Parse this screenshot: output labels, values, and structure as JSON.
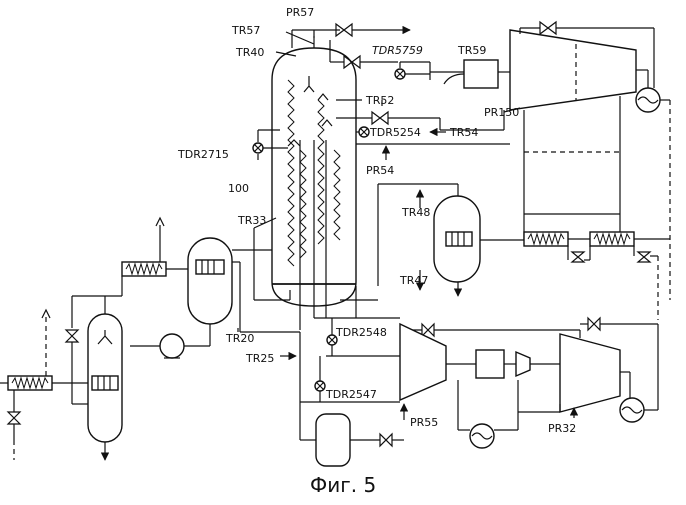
{
  "caption": "Фиг. 5",
  "labels": {
    "pr57": "PR57",
    "tr57": "TR57",
    "tdr5759": "TDR5759",
    "tr40": "TR40",
    "tr59": "TR59",
    "pr150": "PR150",
    "tr52": "TR52",
    "tdr5254": "TDR5254",
    "tr54": "TR54",
    "tdr2715": "TDR2715",
    "pr54": "PR54",
    "n100": "100",
    "tr48": "TR48",
    "tr33": "TR33",
    "tr47": "TR47",
    "tr20": "TR20",
    "tdr2548": "TDR2548",
    "tr25": "TR25",
    "tdr2547": "TDR2547",
    "pr55": "PR55",
    "pr32": "PR32"
  }
}
